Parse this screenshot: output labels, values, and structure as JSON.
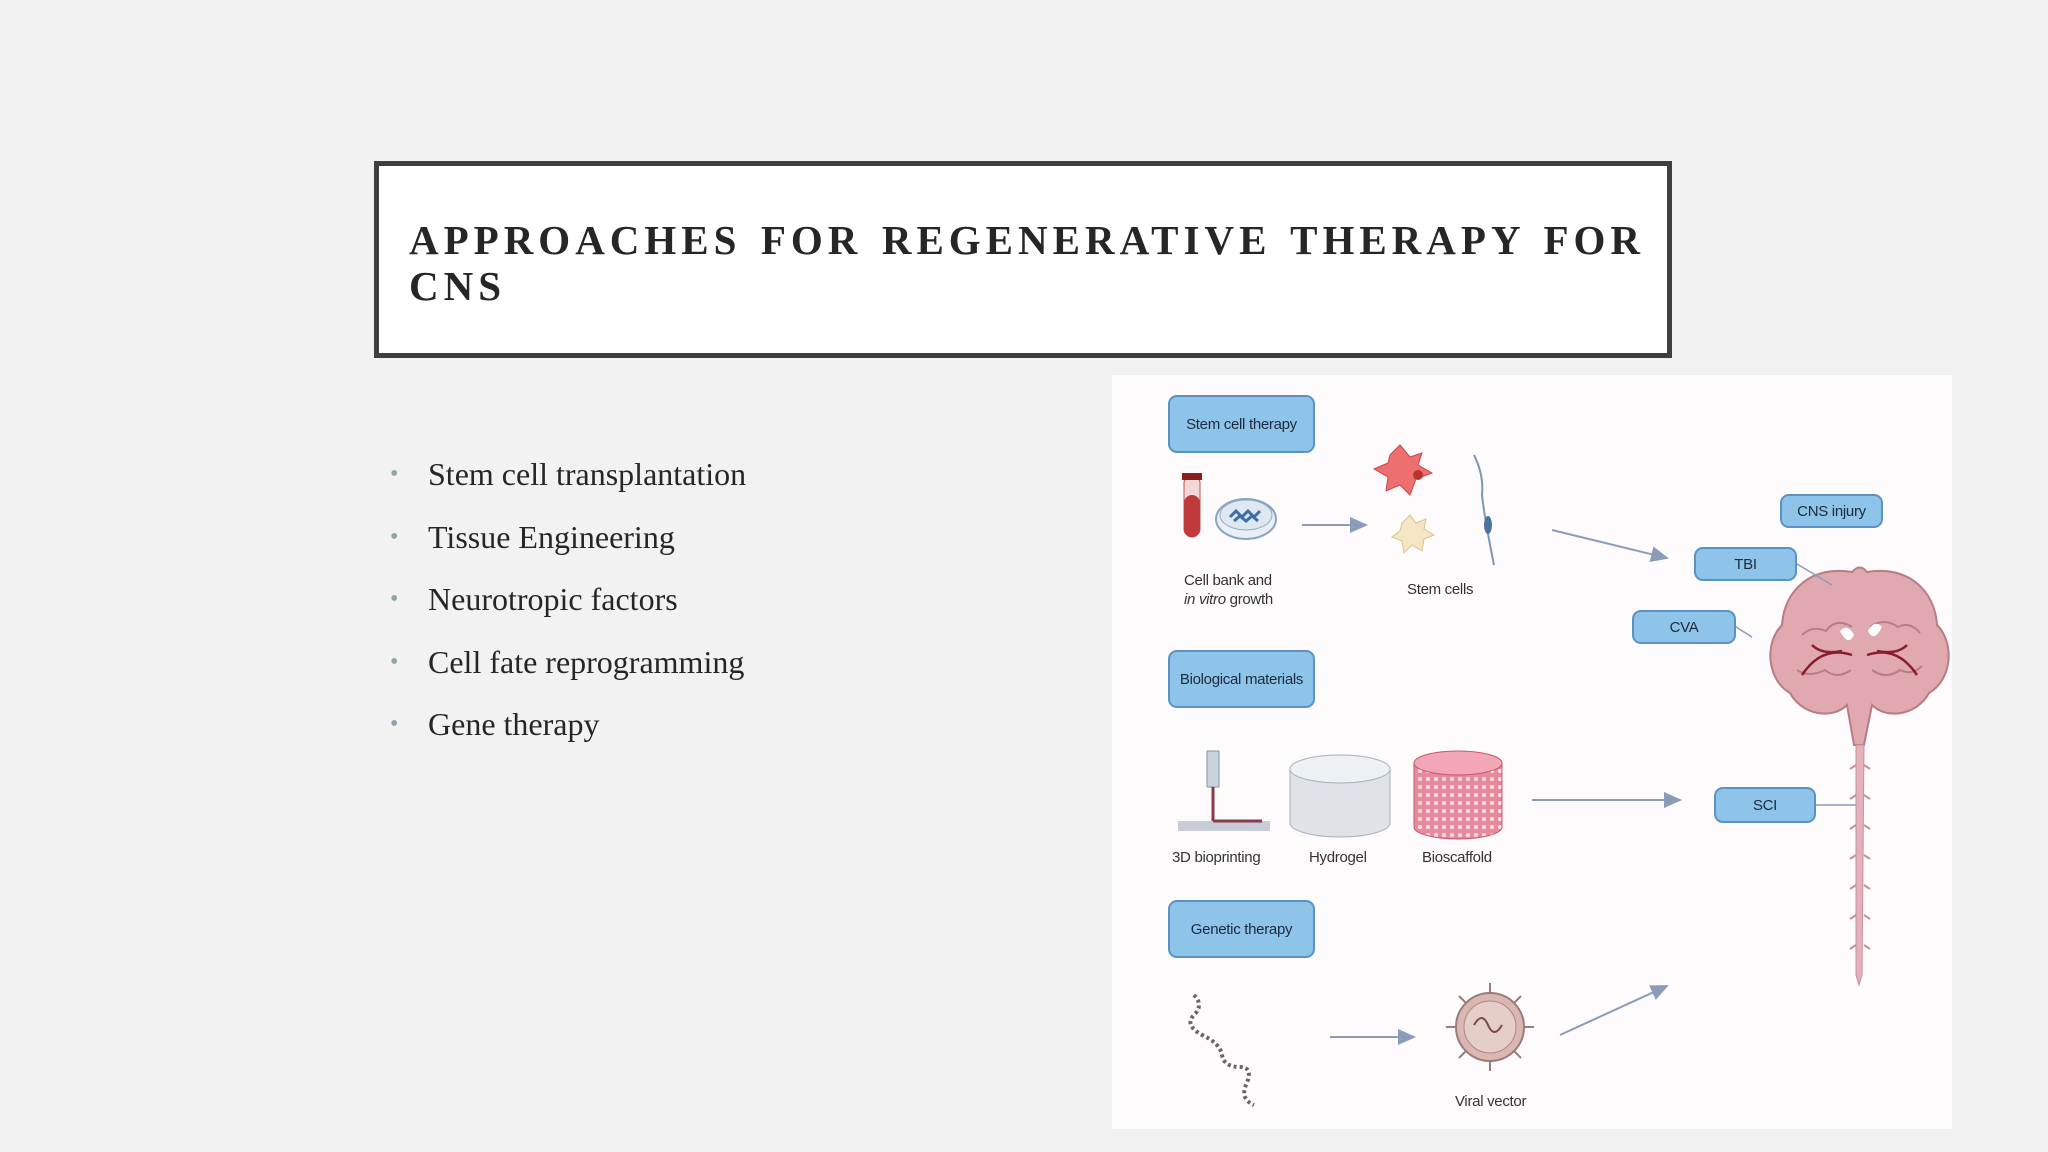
{
  "slide": {
    "title": "APPROACHES FOR REGENERATIVE THERAPY FOR CNS",
    "bullets": [
      "Stem cell transplantation",
      "Tissue Engineering",
      "Neurotropic factors",
      "Cell fate reprogramming",
      "Gene therapy"
    ]
  },
  "figure": {
    "stem_cell_therapy_label": "Stem cell therapy",
    "biological_materials_label": "Biological materials",
    "genetic_therapy_label": "Genetic therapy",
    "cell_bank_caption_line1": "Cell bank and",
    "cell_bank_caption_italic": "in vitro",
    "cell_bank_caption_rest": " growth",
    "stem_cells_caption": "Stem cells",
    "bioprinting_caption": "3D bioprinting",
    "hydrogel_caption": "Hydrogel",
    "bioscaffold_caption": "Bioscaffold",
    "viral_vector_caption": "Viral vector",
    "cns_injury_label": "CNS injury",
    "tbi_label": "TBI",
    "cva_label": "CVA",
    "sci_label": "SCI"
  },
  "colors": {
    "background": "#f2f2f2",
    "title_border": "#3f3f3f",
    "text": "#262626",
    "bullet": "#8fa3a8",
    "tag_fill": "#8ec3ea",
    "tag_border": "#5a92c4",
    "arrow": "#8a9cb8",
    "brain": "#e0a9b0"
  }
}
